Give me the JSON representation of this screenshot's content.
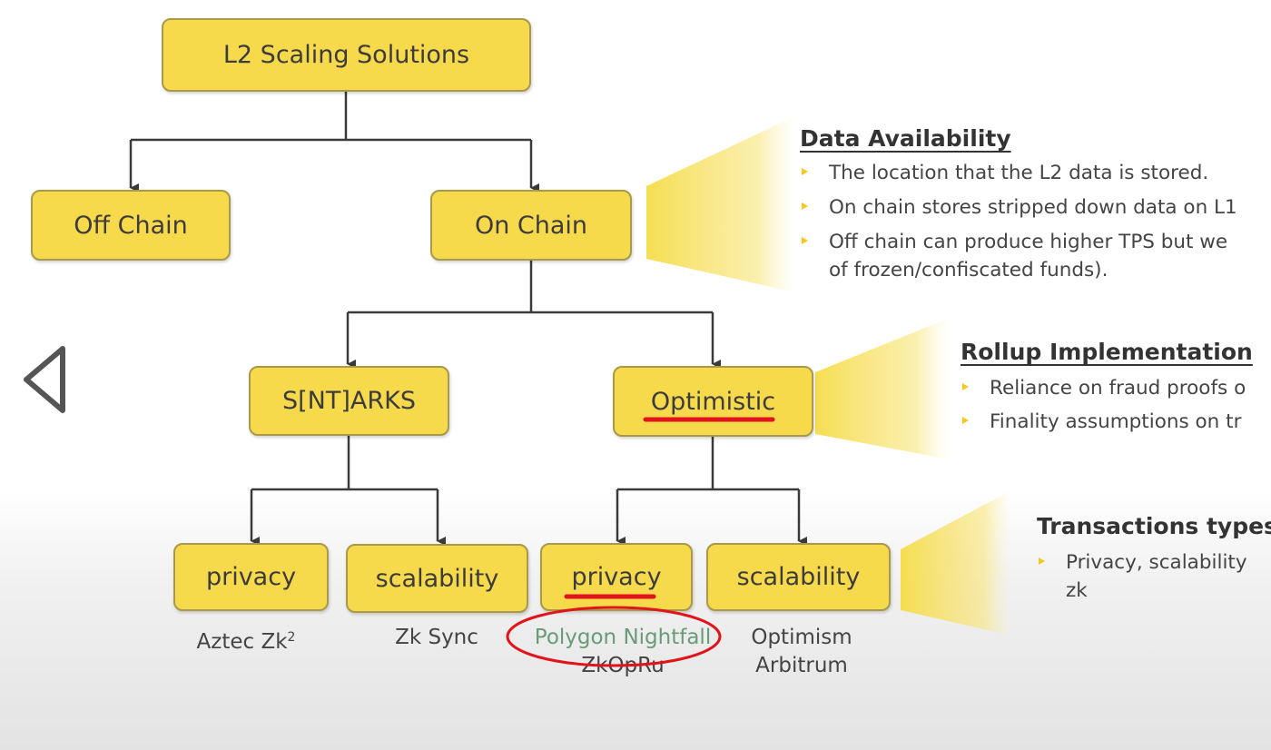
{
  "diagram": {
    "root": "L2 Scaling Solutions",
    "level1": {
      "left": "Off Chain",
      "right": "On Chain"
    },
    "level2": {
      "left": "S[NT]ARKS",
      "right": "Optimistic"
    },
    "leaves": {
      "privacy_1": "privacy",
      "scalability_1": "scalability",
      "privacy_2": "privacy",
      "scalability_2": "scalability"
    },
    "captions": {
      "aztec_base": "Aztec Zk",
      "aztec_sup": "2",
      "zksync": "Zk Sync",
      "polygon": "Polygon Nightfall",
      "zkopru": "ZkOpRu",
      "optimism": "Optimism",
      "arbitrum": "Arbitrum"
    }
  },
  "panels": {
    "data_availability": {
      "title": "Data Availability",
      "bullets": [
        "The location that the L2 data is stored.",
        "On chain stores stripped down data on L1",
        "Off chain can produce higher TPS but we",
        "of frozen/confiscated funds)."
      ]
    },
    "rollup": {
      "title": "Rollup Implementation",
      "bullets": [
        "Reliance on fraud proofs o",
        "Finality assumptions on tr"
      ]
    },
    "transactions": {
      "title": "Transactions types",
      "bullets": [
        "Privacy, scalability",
        "zk"
      ]
    }
  },
  "icons": {
    "back": "triangle-left-icon"
  },
  "colors": {
    "node_fill": "#f7d94c",
    "node_border": "#a89a4a",
    "annotation": "#e0141a",
    "beam": "#f6e26a",
    "highlight_text": "#6a9a78"
  }
}
